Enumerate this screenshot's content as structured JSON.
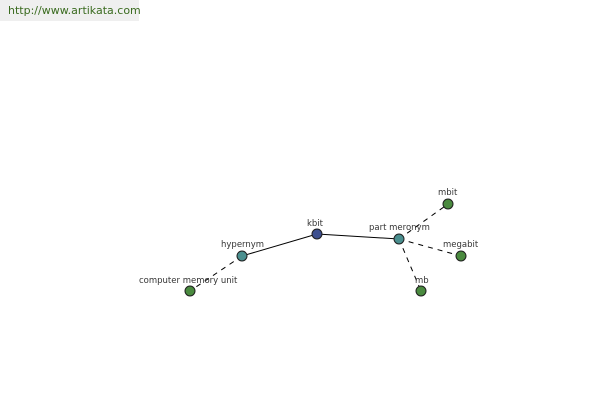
{
  "site": {
    "url": "http://www.artikata.com"
  },
  "graph": {
    "nodes": {
      "kbit": {
        "label": "kbit",
        "color": "#3d4f8f"
      },
      "hypernym": {
        "label": "hypernym",
        "color": "#4a8f8f"
      },
      "part_meronym": {
        "label": "part meronym",
        "color": "#4a8f8f"
      },
      "computer_memory_unit": {
        "label": "computer memory unit",
        "color": "#4a8a3f"
      },
      "mbit": {
        "label": "mbit",
        "color": "#4a8a3f"
      },
      "megabit": {
        "label": "megabit",
        "color": "#4a8a3f"
      },
      "mb": {
        "label": "mb",
        "color": "#4a8a3f"
      }
    },
    "edges": [
      {
        "from": "kbit",
        "to": "hypernym",
        "style": "solid"
      },
      {
        "from": "kbit",
        "to": "part_meronym",
        "style": "solid"
      },
      {
        "from": "hypernym",
        "to": "computer_memory_unit",
        "style": "dashed"
      },
      {
        "from": "part_meronym",
        "to": "mbit",
        "style": "dashed"
      },
      {
        "from": "part_meronym",
        "to": "megabit",
        "style": "dashed"
      },
      {
        "from": "part_meronym",
        "to": "mb",
        "style": "dashed"
      }
    ]
  }
}
